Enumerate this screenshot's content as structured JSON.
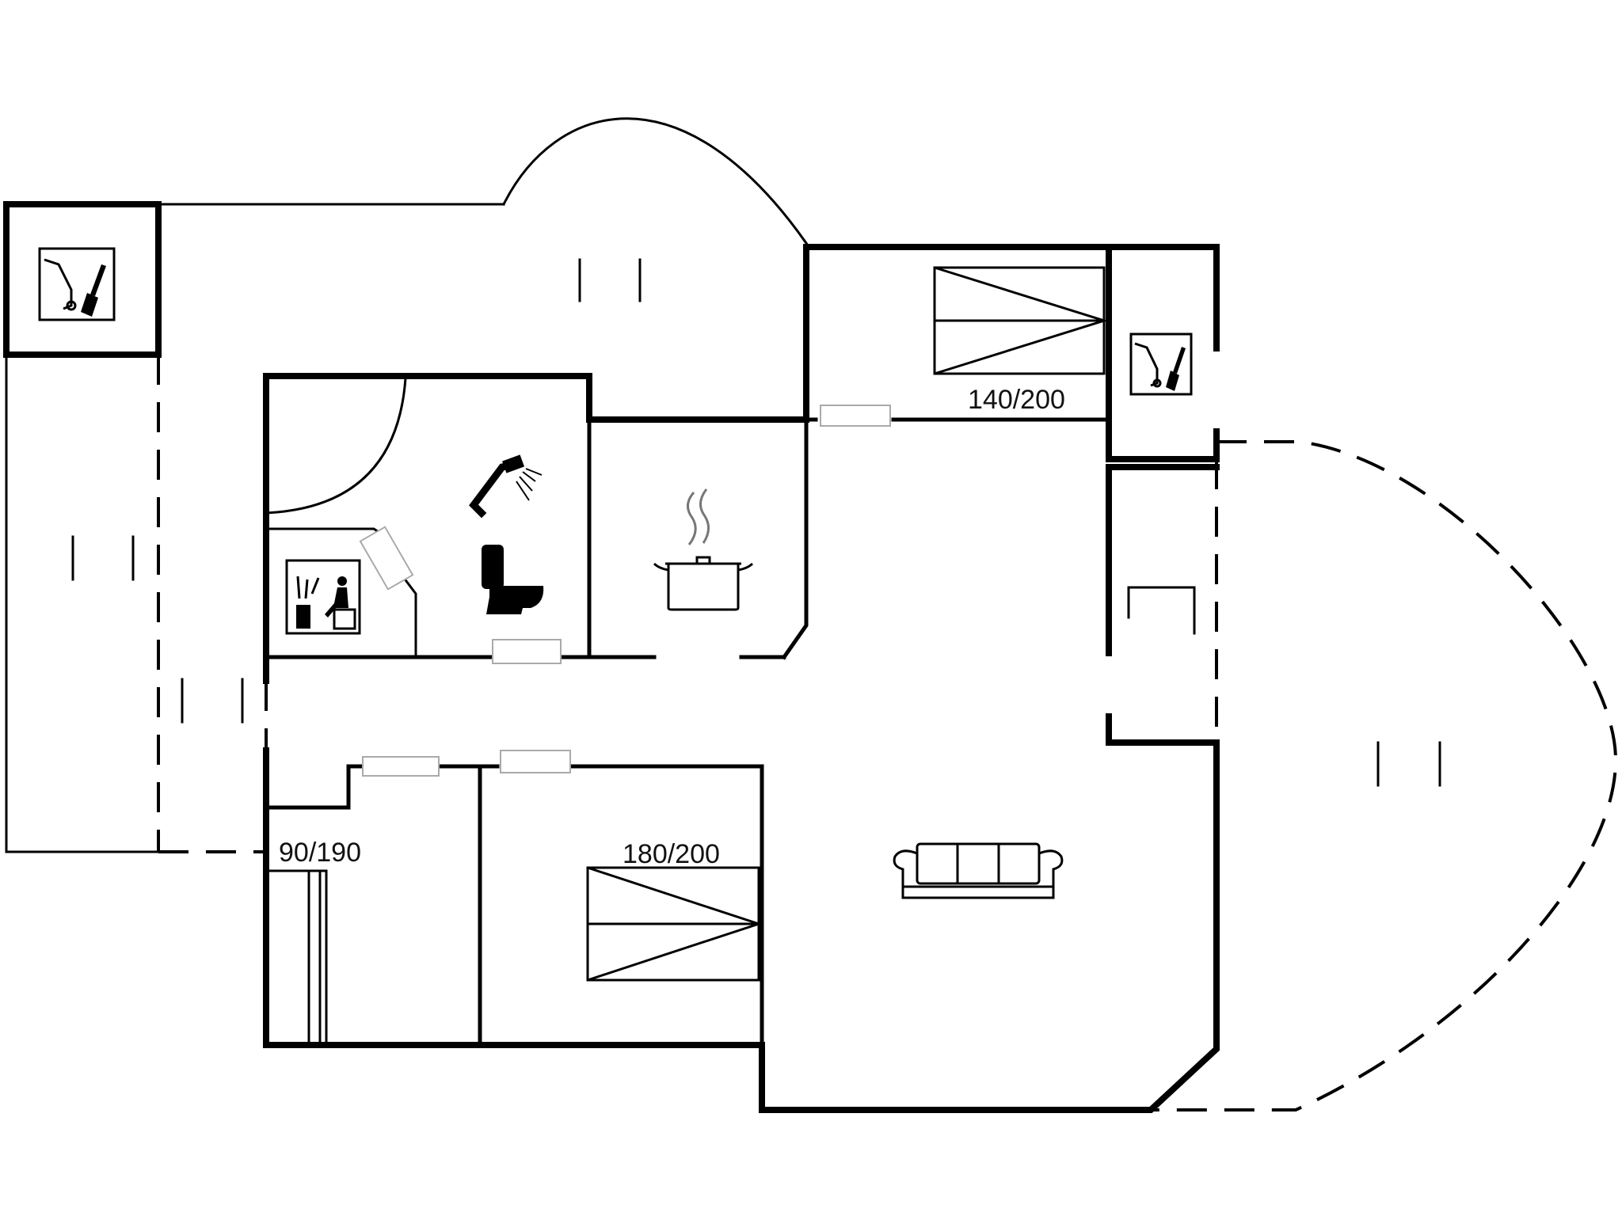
{
  "floorplan": {
    "bed_labels": {
      "bed_140": "140/200",
      "bed_180": "180/200",
      "bed_90": "90/190"
    },
    "icons": [
      "storage-utility-icon",
      "sauna-icon",
      "shower-icon",
      "toilet-icon",
      "kitchen-pot-icon",
      "sofa-icon",
      "bed-icon"
    ],
    "colors": {
      "wall": "#000000",
      "background": "#ffffff",
      "window": "#aaaaaa"
    }
  }
}
